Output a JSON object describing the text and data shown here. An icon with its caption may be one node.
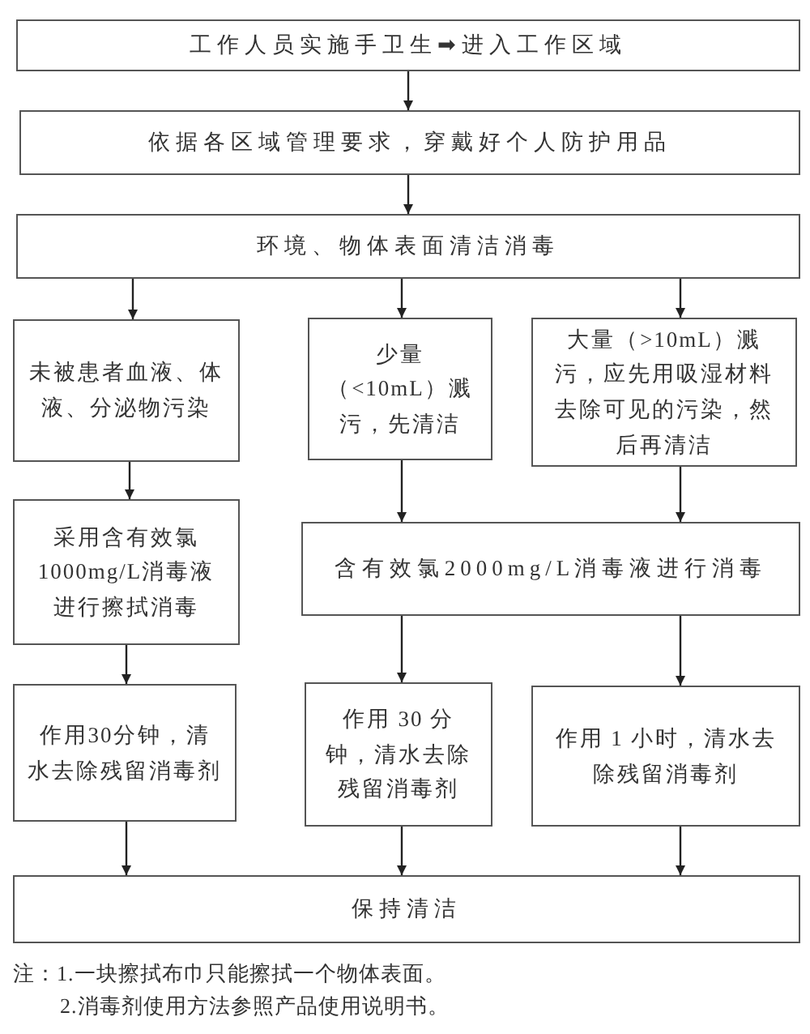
{
  "diagram": {
    "nodes": [
      {
        "text": [
          "工作人员实施手卫生➡进入工作区域"
        ]
      },
      {
        "text": [
          "依据各区域管理要求，穿戴好个人防护用品"
        ]
      },
      {
        "text": [
          "环境、物体表面清洁消毒"
        ]
      },
      {
        "text": [
          "未被患者血液、体液、分泌物污染"
        ]
      },
      {
        "text": [
          "少量（<10mL）溅污，先清洁"
        ]
      },
      {
        "text": [
          "大量（>10mL）溅污，应先用吸湿材料去除可见的污染，然后再清洁"
        ]
      },
      {
        "text": [
          "采用含有效氯1000mg/L消毒液进行擦拭消毒"
        ]
      },
      {
        "text": [
          "含有效氯2000mg/L消毒液进行消毒"
        ]
      },
      {
        "text": [
          "作用30分钟，清水去除残留消毒剂"
        ]
      },
      {
        "text": [
          "作用 30 分钟，清水去除残留消毒剂"
        ]
      },
      {
        "text": [
          "作用 1 小时，清水去除残留消毒剂"
        ]
      },
      {
        "text": [
          "保持清洁"
        ]
      }
    ],
    "edges": [
      {
        "from": 0,
        "to": 1,
        "arrow": "to"
      },
      {
        "from": 1,
        "to": 2,
        "arrow": "to"
      },
      {
        "from": 2,
        "to": 3,
        "arrow": "to"
      },
      {
        "from": 2,
        "to": 4,
        "arrow": "to"
      },
      {
        "from": 2,
        "to": 5,
        "arrow": "to"
      },
      {
        "from": 3,
        "to": 6,
        "arrow": "to"
      },
      {
        "from": 4,
        "to": 7,
        "arrow": "to"
      },
      {
        "from": 5,
        "to": 7,
        "arrow": "to"
      },
      {
        "from": 6,
        "to": 8,
        "arrow": "to"
      },
      {
        "from": 7,
        "to": 9,
        "arrow": "to"
      },
      {
        "from": 7,
        "to": 10,
        "arrow": "to"
      },
      {
        "from": 8,
        "to": 11,
        "arrow": "to"
      },
      {
        "from": 9,
        "to": 11,
        "arrow": "to"
      },
      {
        "from": 10,
        "to": 11,
        "arrow": "to"
      }
    ],
    "labels": [
      "注：1.一块擦拭布巾只能擦拭一个物体表面。",
      "2.消毒剂使用方法参照产品使用说明书。"
    ]
  }
}
